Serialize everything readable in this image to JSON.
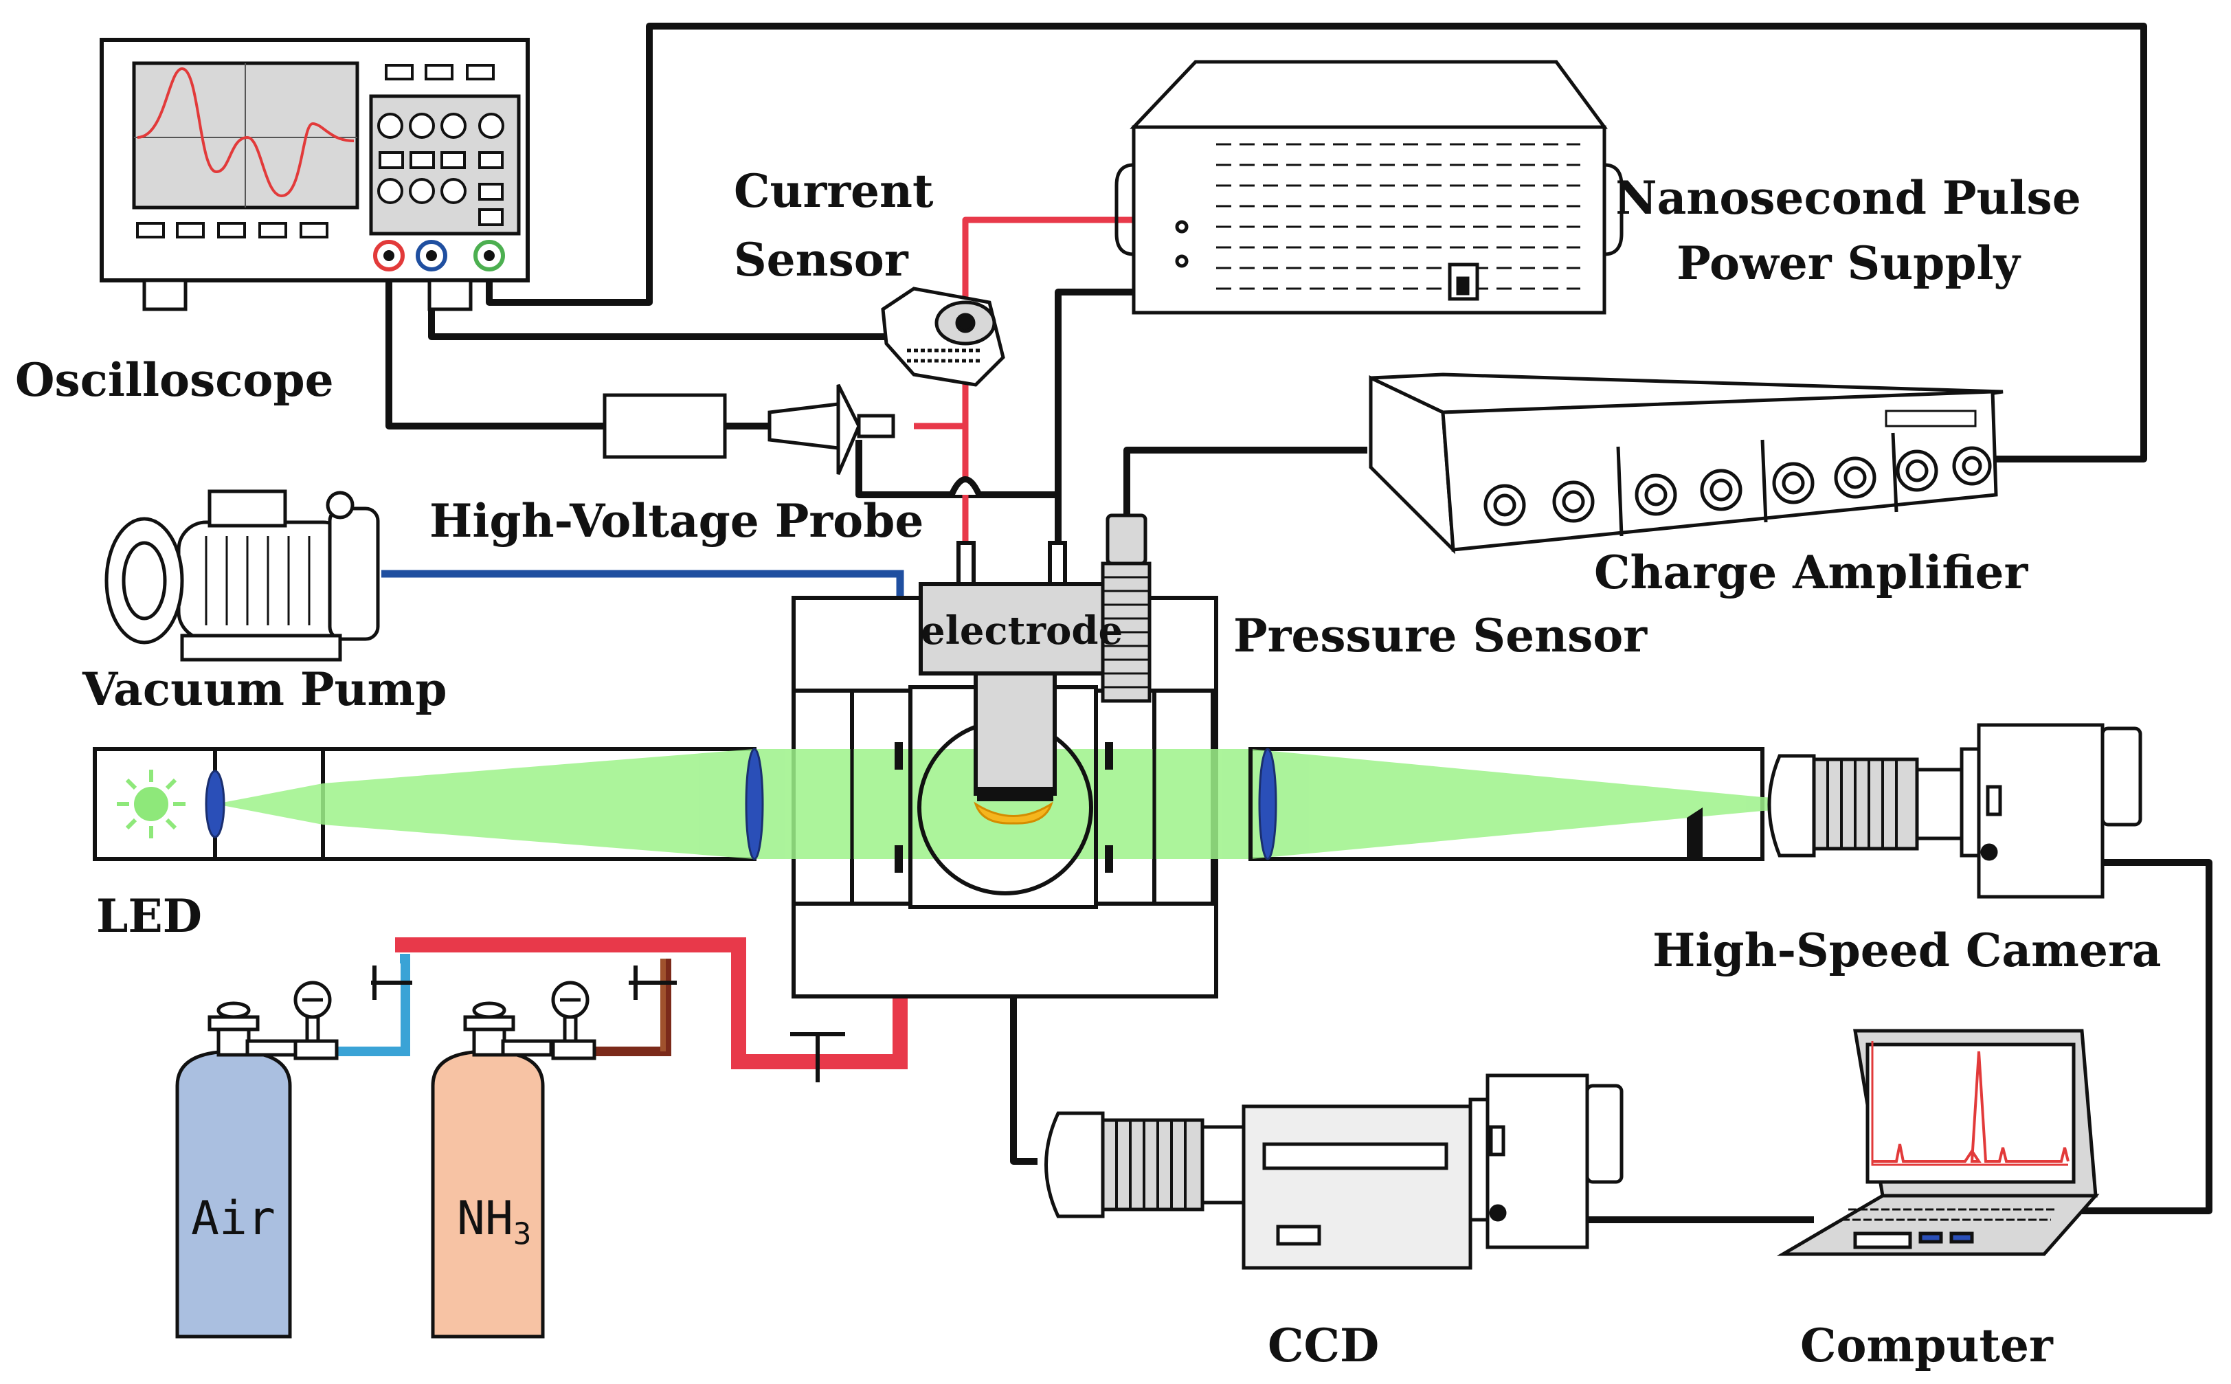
{
  "labels": {
    "oscilloscope": "Oscilloscope",
    "current_sensor_line1": "Current",
    "current_sensor_line2": "Sensor",
    "power_supply_line1": "Nanosecond Pulse",
    "power_supply_line2": "Power Supply",
    "charge_amplifier": "Charge Amplifier",
    "hv_probe": "High-Voltage Probe",
    "vacuum_pump": "Vacuum Pump",
    "electrode": "electrode",
    "pressure_sensor": "Pressure Sensor",
    "led": "LED",
    "high_speed_camera": "High-Speed Camera",
    "ccd": "CCD",
    "computer": "Computer"
  },
  "gas_cylinders": {
    "air": "Air",
    "nh3_base": "NH",
    "nh3_sub": "3"
  },
  "colors": {
    "line": "#111111",
    "red_line": "#e8394a",
    "blue_line": "#1f4fa0",
    "light_blue_pipe": "#3aa3d6",
    "brown_pipe": "#a0522d",
    "light_beam": "#9df28a",
    "lens": "#2a4fb8",
    "air_cylinder": "#aabfe0",
    "nh3_cylinder": "#f7c3a4",
    "spark": "#f5b51d",
    "led_glow": "#8ee87a",
    "waveform": "#e23a3a",
    "screen": "#d8d8d8"
  }
}
